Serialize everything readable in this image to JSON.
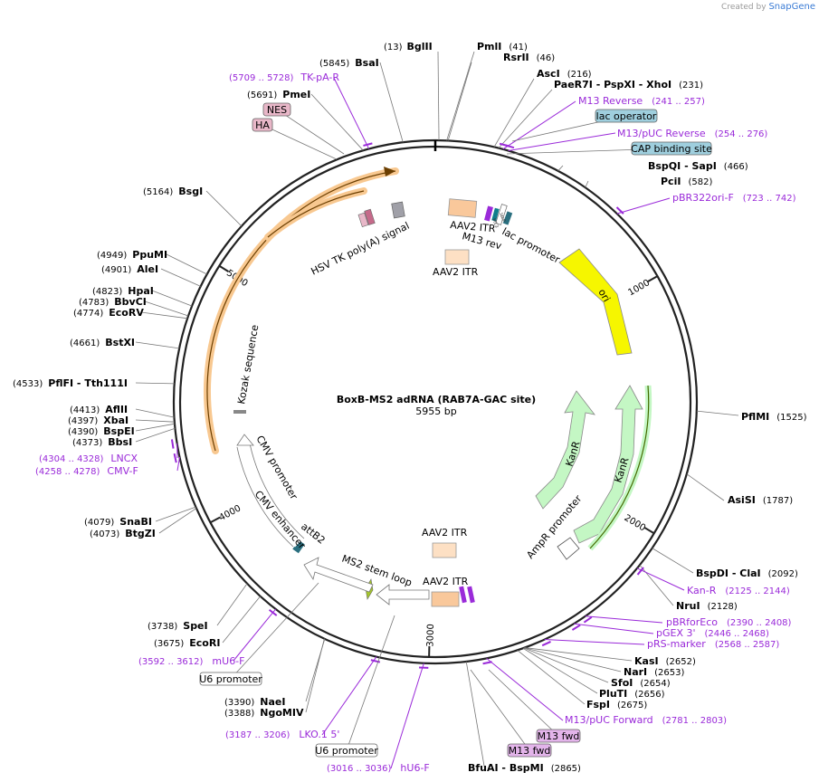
{
  "credit": {
    "prefix": "Created by",
    "brand": "SnapGene"
  },
  "title": "BoxB-MS2 adRNA (RAB7A-GAC site)",
  "subtitle": "5955 bp",
  "ticks": [
    "1000",
    "2000",
    "3000",
    "4000",
    "5000"
  ],
  "colors": {
    "primer": "#9a2ad9",
    "backbone": "#222222"
  },
  "enzymes": [
    {
      "name": "BglII",
      "pos": "(13)"
    },
    {
      "name": "PmlI",
      "pos": "(41)"
    },
    {
      "name": "RsrII",
      "pos": "(46)"
    },
    {
      "name": "AscI",
      "pos": "(216)"
    },
    {
      "name": "PaeR7I - PspXI - XhoI",
      "pos": "(231)"
    },
    {
      "name": "BspQI - SapI",
      "pos": "(466)"
    },
    {
      "name": "PciI",
      "pos": "(582)"
    },
    {
      "name": "PflMI",
      "pos": "(1525)"
    },
    {
      "name": "AsiSI",
      "pos": "(1787)"
    },
    {
      "name": "BspDI - ClaI",
      "pos": "(2092)"
    },
    {
      "name": "NruI",
      "pos": "(2128)"
    },
    {
      "name": "KasI",
      "pos": "(2652)"
    },
    {
      "name": "NarI",
      "pos": "(2653)"
    },
    {
      "name": "SfoI",
      "pos": "(2654)"
    },
    {
      "name": "PluTI",
      "pos": "(2656)"
    },
    {
      "name": "FspI",
      "pos": "(2675)"
    },
    {
      "name": "BfuAI - BspMI",
      "pos": "(2865)"
    },
    {
      "name": "NaeI",
      "pos": "(3390)"
    },
    {
      "name": "NgoMIV",
      "pos": "(3388)"
    },
    {
      "name": "EcoRI",
      "pos": "(3675)"
    },
    {
      "name": "SpeI",
      "pos": "(3738)"
    },
    {
      "name": "BtgZI",
      "pos": "(4073)"
    },
    {
      "name": "SnaBI",
      "pos": "(4079)"
    },
    {
      "name": "BbsI",
      "pos": "(4373)"
    },
    {
      "name": "BspEI",
      "pos": "(4390)"
    },
    {
      "name": "XbaI",
      "pos": "(4397)"
    },
    {
      "name": "AflII",
      "pos": "(4413)"
    },
    {
      "name": "PflFI - Tth111I",
      "pos": "(4533)"
    },
    {
      "name": "BstXI",
      "pos": "(4661)"
    },
    {
      "name": "EcoRV",
      "pos": "(4774)"
    },
    {
      "name": "BbvCI",
      "pos": "(4783)"
    },
    {
      "name": "HpaI",
      "pos": "(4823)"
    },
    {
      "name": "AleI",
      "pos": "(4901)"
    },
    {
      "name": "PpuMI",
      "pos": "(4949)"
    },
    {
      "name": "BsgI",
      "pos": "(5164)"
    },
    {
      "name": "PmeI",
      "pos": "(5691)"
    },
    {
      "name": "BsaI",
      "pos": "(5845)"
    }
  ],
  "primers": [
    {
      "name": "M13 Reverse",
      "pos": "(241 .. 257)"
    },
    {
      "name": "M13/pUC Reverse",
      "pos": "(254 .. 276)"
    },
    {
      "name": "pBR322ori-F",
      "pos": "(723 .. 742)"
    },
    {
      "name": "Kan-R",
      "pos": "(2125 .. 2144)"
    },
    {
      "name": "pBRforEco",
      "pos": "(2390 .. 2408)"
    },
    {
      "name": "pGEX 3'",
      "pos": "(2446 .. 2468)"
    },
    {
      "name": "pRS-marker",
      "pos": "(2568 .. 2587)"
    },
    {
      "name": "M13/pUC Forward",
      "pos": "(2781 .. 2803)"
    },
    {
      "name": "hU6-F",
      "pos": "(3016 .. 3036)"
    },
    {
      "name": "LKO.1 5'",
      "pos": "(3187 .. 3206)"
    },
    {
      "name": "mU6-F",
      "pos": "(3592 .. 3612)"
    },
    {
      "name": "CMV-F",
      "pos": "(4258 .. 4278)"
    },
    {
      "name": "LNCX",
      "pos": "(4304 .. 4328)"
    },
    {
      "name": "TK-pA-R",
      "pos": "(5709 .. 5728)"
    }
  ],
  "boxes": [
    {
      "name": "lac operator",
      "fill": "#9fcfde"
    },
    {
      "name": "CAP binding site",
      "fill": "#9fcfde"
    },
    {
      "name": "NES",
      "fill": "#e8b7c8"
    },
    {
      "name": "HA",
      "fill": "#e8b7c8"
    },
    {
      "name": "M13 fwd",
      "fill": "#e3b4ea"
    },
    {
      "name": "M13 fwd",
      "fill": "#e3b4ea"
    },
    {
      "name": "U6 promoter",
      "fill": "#ffffff"
    },
    {
      "name": "U6 promoter",
      "fill": "#ffffff"
    }
  ],
  "features": {
    "aav2_itr": "AAV2 ITR",
    "m13_rev": "M13 rev",
    "lac_promoter": "lac promoter",
    "hsv_tk": "HSV TK poly(A) signal",
    "ori": "ori",
    "kanr": "KanR",
    "ampr_promoter": "AmpR promoter",
    "ms2_stem_loop": "MS2 stem loop",
    "attb2": "attB2",
    "cmv_enhancer": "CMV enhancer",
    "cmv_promoter": "CMV promoter",
    "kozak": "Kozak sequence",
    "lacp_mini": "lacP",
    "m13_mini": "M13",
    "colors": {
      "itr": "#f9c89b",
      "itr_light": "#fde0c4",
      "ori": "#f6f600",
      "kanr": "#c4f7c4",
      "orf": "#f8c890",
      "promoter": "#ffffff",
      "polya": "#b0a0a8"
    }
  }
}
